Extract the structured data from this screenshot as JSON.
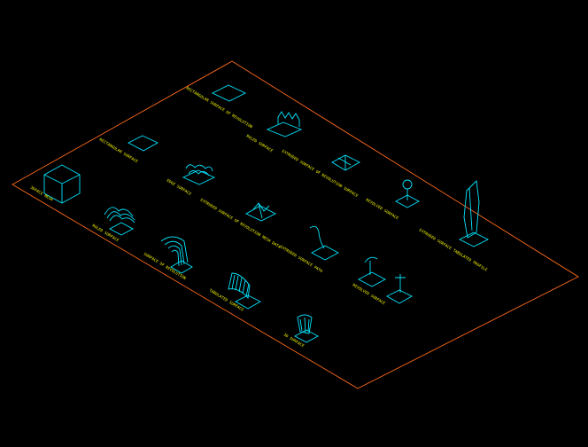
{
  "drawing": {
    "background": "#000000",
    "border_color": "#ff6a1a",
    "geometry_color": "#00e5ff",
    "label_color": "#ffff00"
  },
  "labels": {
    "row1_a": "RECTANGULAR SURFACE OF REVOLUTION",
    "row1_b": "RULED SURFACE",
    "row1_c": "EXTRUDED SURFACE OF REVOLUTION SURFACE",
    "row1_d": "REVOLVED SURFACE",
    "row1_e": "EXTRUDED SURFACE TABULATED PROFILE",
    "row2_a": "RECTANGULAR SURFACE",
    "row2_b": "EDGE SURFACE",
    "row2_c": "EXTRUDED SURFACE OF REVOLUTION MESH DATA",
    "row2_d": "EXTRUDED SURFACE PATH",
    "row2_e": "REVOLVED SURFACE",
    "row3_a": "3DFACE MESH",
    "row3_b": "RULED SURFACE",
    "row3_c": "SURFACE OF REVOLUTION",
    "row3_d": "TABULATED SURFACE",
    "row3_e": "3D SURFACE"
  }
}
